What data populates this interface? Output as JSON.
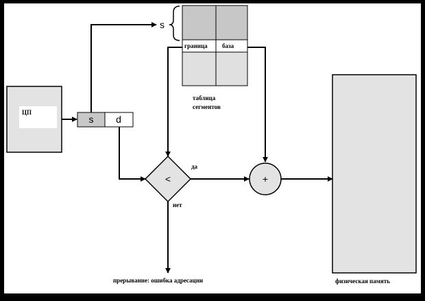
{
  "cpu": {
    "label": "ЦП"
  },
  "address": {
    "s_label": "s",
    "d_label": "d"
  },
  "segment_table": {
    "selector_label": "s",
    "limit_header": "граница",
    "base_header": "база",
    "caption_line1": "таблица",
    "caption_line2": "сегментов"
  },
  "comparator": {
    "symbol": "<",
    "yes_label": "да",
    "no_label": "нет"
  },
  "adder": {
    "symbol": "+"
  },
  "trap": {
    "label": "прерывание: ошибка адресации"
  },
  "memory": {
    "label": "физическая память"
  },
  "colors": {
    "frame": "#000000",
    "canvas": "#ffffff",
    "box_fill": "#e3e3e3",
    "selector_fill": "#c8c8c8",
    "table_shade": "#c7c7c7",
    "line": "#000000"
  }
}
